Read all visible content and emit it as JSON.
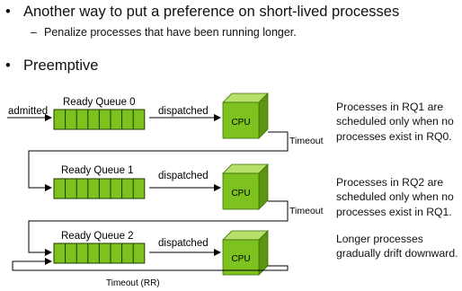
{
  "bullets": {
    "b1_marker": "•",
    "b1_text": "Another way to put a preference on short-lived processes",
    "b1_sub_marker": "–",
    "b1_sub_text": "Penalize processes that have been running longer.",
    "b2_marker": "•",
    "b2_text": "Preemptive"
  },
  "diagram": {
    "admitted_label": "admitted",
    "queues": [
      {
        "name": "Ready  Queue 0",
        "dispatched_label": "dispatched",
        "cpu_label": "CPU",
        "timeout_label": "Timeout"
      },
      {
        "name": "Ready  Queue 1",
        "dispatched_label": "dispatched",
        "cpu_label": "CPU",
        "timeout_label": "Timeout"
      },
      {
        "name": "Ready  Queue 2",
        "dispatched_label": "dispatched",
        "cpu_label": "CPU",
        "timeout_label": "Timeout (RR)"
      }
    ],
    "colors": {
      "queue_cell": "#7dc21e",
      "cpu_front": "#7dc21e",
      "cpu_top": "#b6e06a",
      "cpu_side": "#5b9512",
      "line": "#000000"
    }
  },
  "notes": {
    "rq1": [
      "Processes in RQ1 are",
      "scheduled only when no",
      "processes exist in RQ0."
    ],
    "rq2": [
      "Processes in RQ2 are",
      "scheduled only when no",
      "processes exist in RQ1."
    ],
    "rq3": [
      "Longer processes",
      "gradually drift downward."
    ]
  }
}
